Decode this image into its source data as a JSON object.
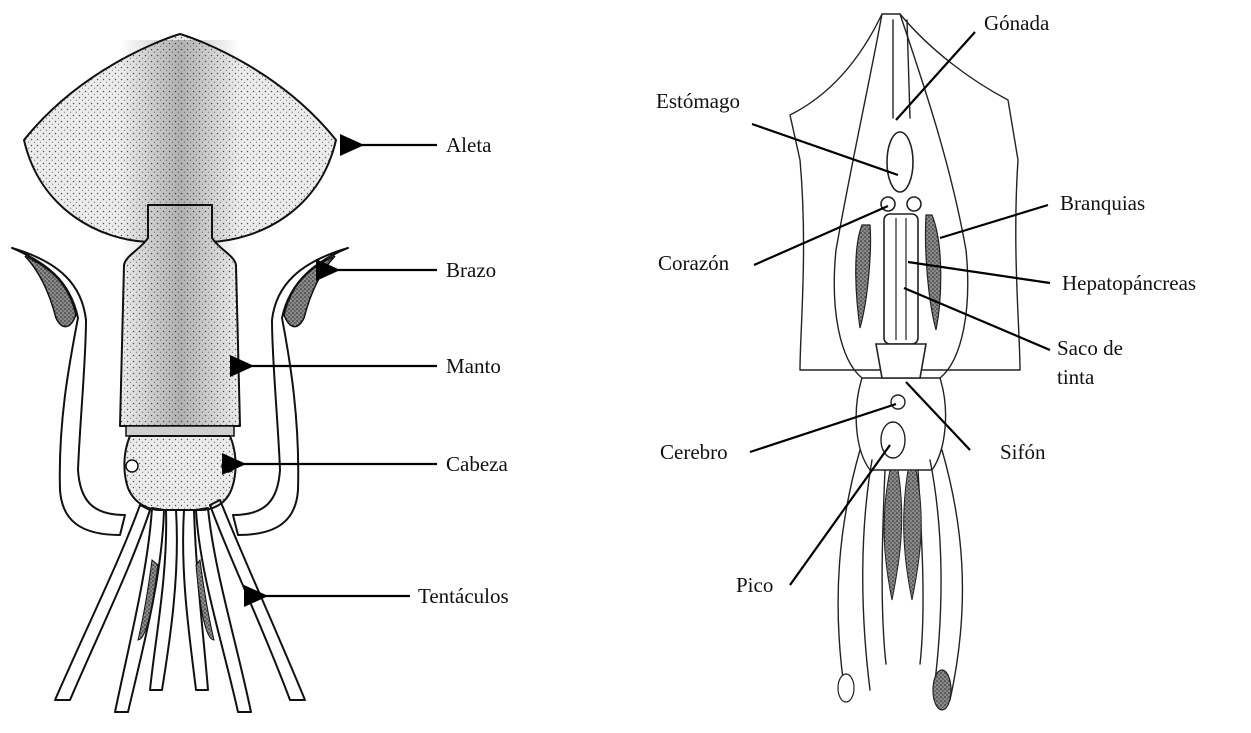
{
  "external_view": {
    "labels": {
      "fin": "Aleta",
      "arm": "Brazo",
      "mantle": "Manto",
      "head": "Cabeza",
      "tentacles": "Tentáculos"
    }
  },
  "internal_view": {
    "labels": {
      "gonad": "Gónada",
      "stomach": "Estómago",
      "gills": "Branquias",
      "heart": "Corazón",
      "hepatopancreas": "Hepatopáncreas",
      "ink_sac_line1": "Saco de",
      "ink_sac_line2": "tinta",
      "brain": "Cerebro",
      "siphon": "Sifón",
      "beak": "Pico"
    }
  },
  "colors": {
    "ink": "#111111",
    "body_fill": "#e6e6e6",
    "shading": "#9a9a9a",
    "background": "#ffffff"
  }
}
